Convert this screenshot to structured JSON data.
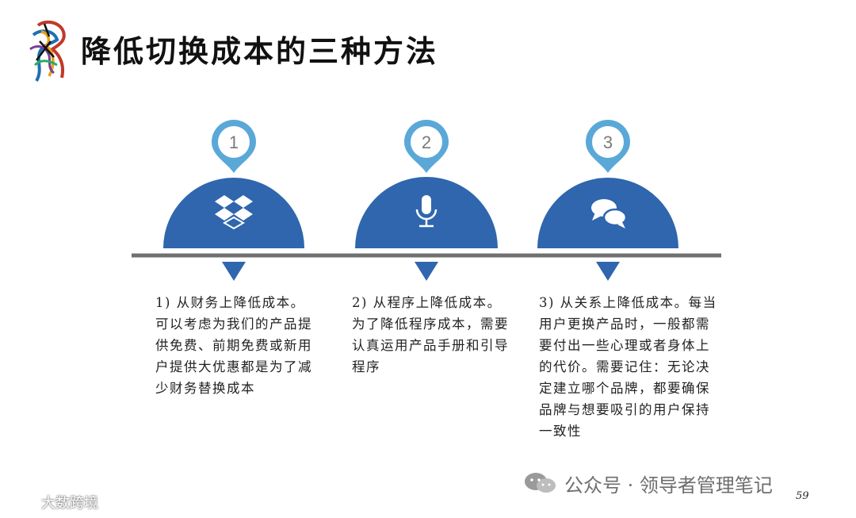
{
  "title": "降低切换成本的三种方法",
  "accent_color": "#2f66ad",
  "pin_color": "#5aa8d8",
  "line_color": "#707070",
  "steps": [
    {
      "number": "1",
      "icon": "dropbox-icon",
      "text": "1) 从财务上降低成本。可以考虑为我们的产品提供免费、前期免费或新用户提供大优惠都是为了减少财务替换成本"
    },
    {
      "number": "2",
      "icon": "microphone-icon",
      "text": "2) 从程序上降低成本。为了降低程序成本，需要认真运用产品手册和引导程序"
    },
    {
      "number": "3",
      "icon": "chat-bubbles-icon",
      "text": "3)  从关系上降低成本。每当用户更换产品时，一般都需要付出一些心理或者身体上的代价。需要记住：无论决定建立哪个品牌，都要确保品牌与想要吸引的用户保持一致性"
    }
  ],
  "watermark": "公众号 · 领导者管理笔记",
  "corner_watermark": "大数跨境",
  "page_number": "59"
}
